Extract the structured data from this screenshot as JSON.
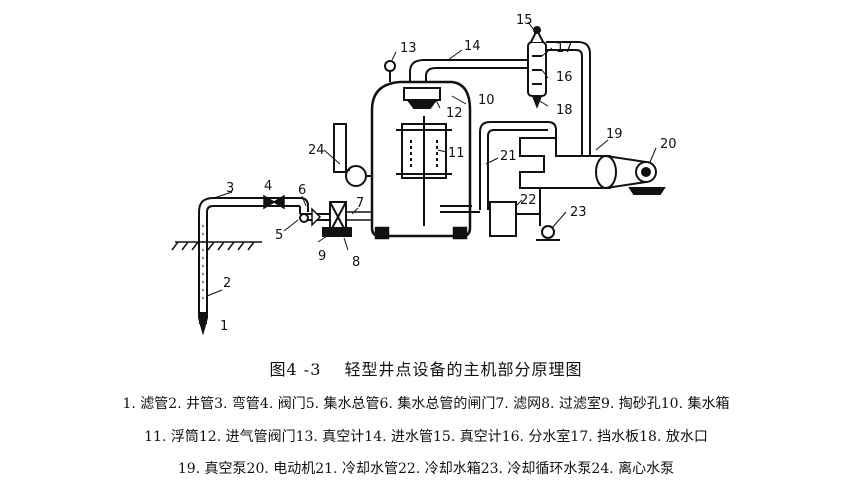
{
  "figure": {
    "caption": "图4 -3　 轻型井点设备的主机部分原理图",
    "legend_lines": [
      "1. 滤管2. 井管3. 弯管4. 阀门5. 集水总管6. 集水总管的闸门7. 滤网8. 过滤室9. 掏砂孔10. 集水箱",
      "11. 浮筒12. 进气管阀门13. 真空计14. 进水管15. 真空计16. 分水室17. 挡水板18. 放水口",
      "19. 真空泵20. 电动机21. 冷却水管22. 冷却水箱23. 冷却循环水泵24. 离心水泵"
    ]
  },
  "labels": {
    "n1": "1",
    "n2": "2",
    "n3": "3",
    "n4": "4",
    "n5": "5",
    "n6": "6",
    "n7": "7",
    "n8": "8",
    "n9": "9",
    "n10": "10",
    "n11": "11",
    "n12": "12",
    "n13": "13",
    "n14": "14",
    "n15": "15",
    "n16": "16",
    "n17": "17",
    "n18": "18",
    "n19": "19",
    "n20": "20",
    "n21": "21",
    "n22": "22",
    "n23": "23",
    "n24": "24"
  }
}
